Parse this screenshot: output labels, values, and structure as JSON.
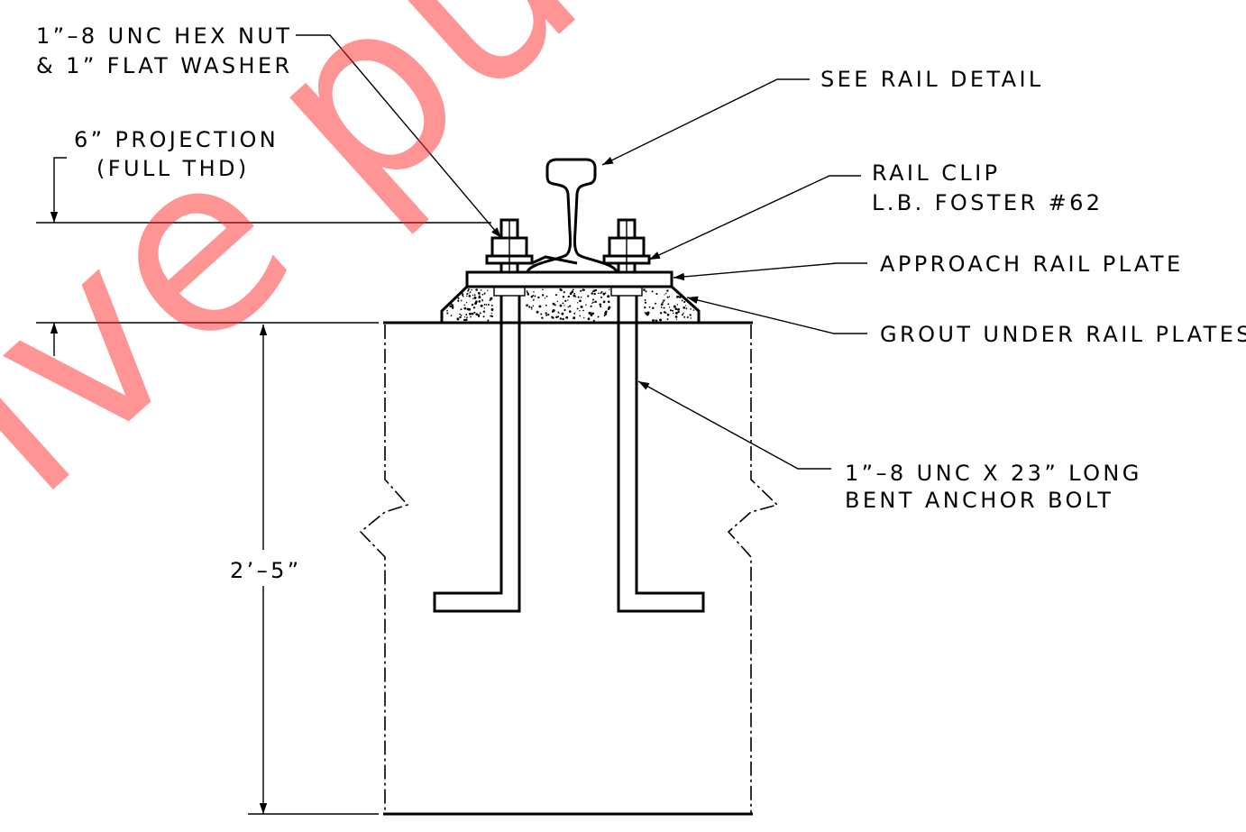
{
  "labels": {
    "hex_nut_line1": "1”–8 UNC HEX NUT",
    "hex_nut_line2": "& 1” FLAT WASHER",
    "see_rail_detail": "SEE RAIL DETAIL",
    "projection_line1": "6” PROJECTION",
    "projection_line2": "(FULL THD)",
    "rail_clip_line1": "RAIL CLIP",
    "rail_clip_line2": "L.B. FOSTER #62",
    "approach_rail_plate": "APPROACH RAIL PLATE",
    "grout": "GROUT UNDER RAIL PLATES",
    "anchor_bolt_line1": "1”–8 UNC X 23” LONG",
    "anchor_bolt_line2": "BENT ANCHOR BOLT",
    "dimension_depth": "2’–5”"
  },
  "watermark": {
    "text": "ive pu",
    "color": "#ff2a2a"
  }
}
